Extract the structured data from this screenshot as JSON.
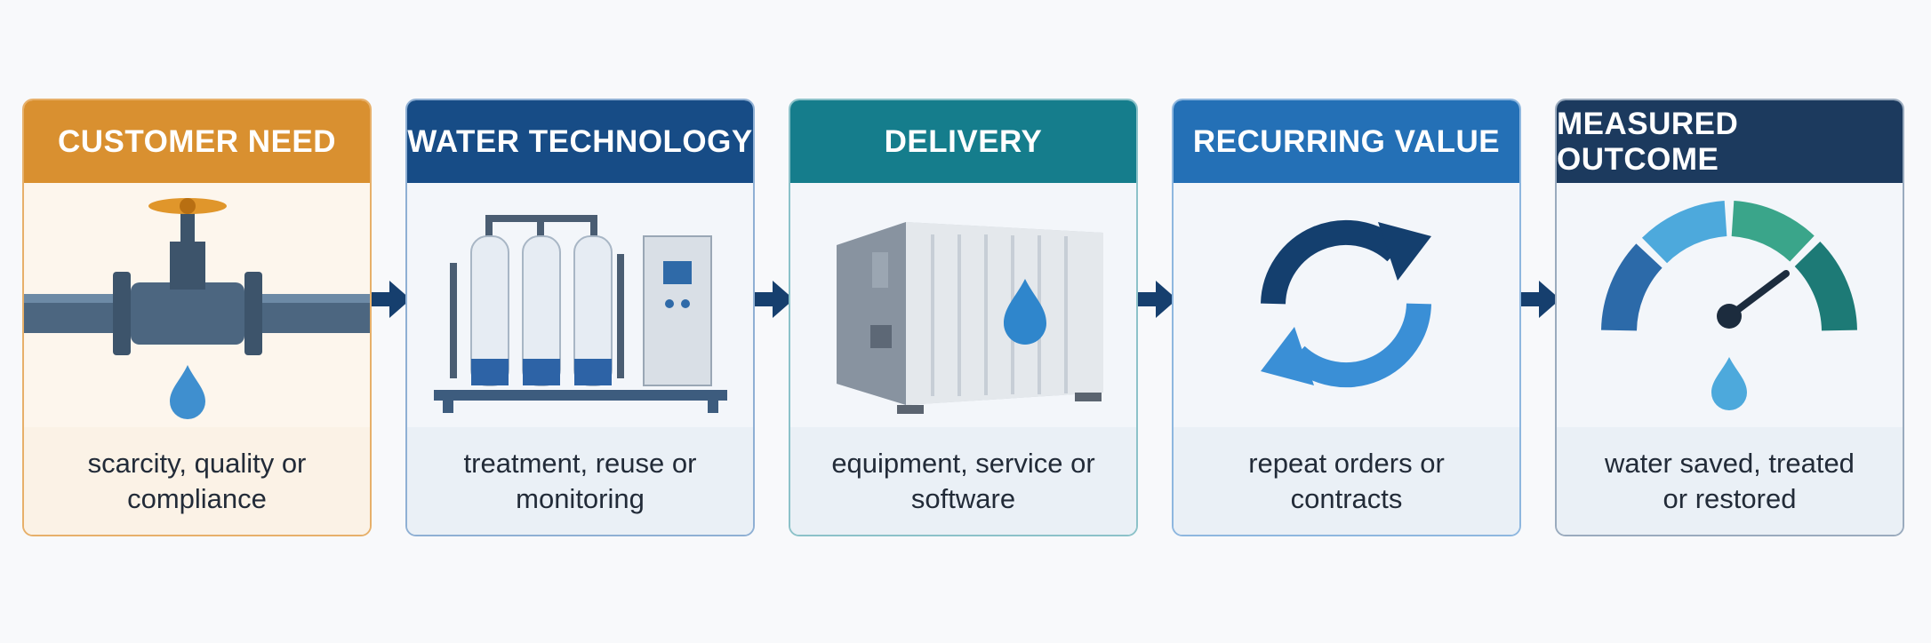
{
  "stages": [
    {
      "title": "CUSTOMER NEED",
      "text": "scarcity, quality or compliance",
      "icon": "leaking-pipe-icon",
      "color": "#d99030"
    },
    {
      "title": "WATER TECHNOLOGY",
      "text": "treatment, reuse or monitoring",
      "icon": "treatment-plant-icon",
      "color": "#174c86"
    },
    {
      "title": "DELIVERY",
      "text": "equipment, service or software",
      "icon": "container-icon",
      "color": "#157d8c"
    },
    {
      "title": "RECURRING VALUE",
      "text": "repeat orders or contracts",
      "icon": "cycle-arrows-icon",
      "color": "#2470b6"
    },
    {
      "title": "MEASURED OUTCOME",
      "text": "water saved, treated or restored",
      "icon": "gauge-icon",
      "color": "#1c3a5e"
    }
  ],
  "connector_icon": "right-arrow-icon"
}
